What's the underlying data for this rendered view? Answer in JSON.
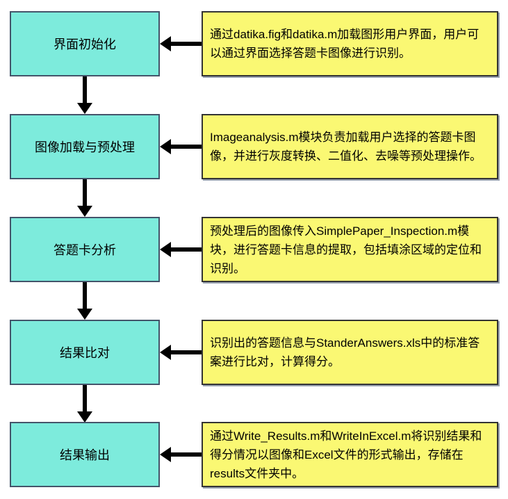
{
  "diagram": {
    "type": "flowchart",
    "direction": "top-to-bottom",
    "colors": {
      "background": "#ffffff",
      "step_fill": "#7DEBDC",
      "step_border": "#44546A",
      "desc_fill": "#FAF873",
      "desc_border": "#333333",
      "desc_shadow": "#9AA3B2",
      "arrow": "#000000",
      "text": "#000000"
    },
    "steps": [
      {
        "label": "界面初始化",
        "description": "通过datika.fig和datika.m加载图形用户界面，用户可以通过界面选择答题卡图像进行识别。"
      },
      {
        "label": "图像加载与预处理",
        "description": "Imageanalysis.m模块负责加载用户选择的答题卡图像，并进行灰度转换、二值化、去噪等预处理操作。"
      },
      {
        "label": "答题卡分析",
        "description": "预处理后的图像传入SimplePaper_Inspection.m模块，进行答题卡信息的提取，包括填涂区域的定位和识别。"
      },
      {
        "label": "结果比对",
        "description": "识别出的答题信息与StanderAnswers.xls中的标准答案进行比对，计算得分。"
      },
      {
        "label": "结果输出",
        "description": "通过Write_Results.m和WriteInExcel.m将识别结果和得分情况以图像和Excel文件的形式输出，存储在results文件夹中。"
      }
    ]
  }
}
